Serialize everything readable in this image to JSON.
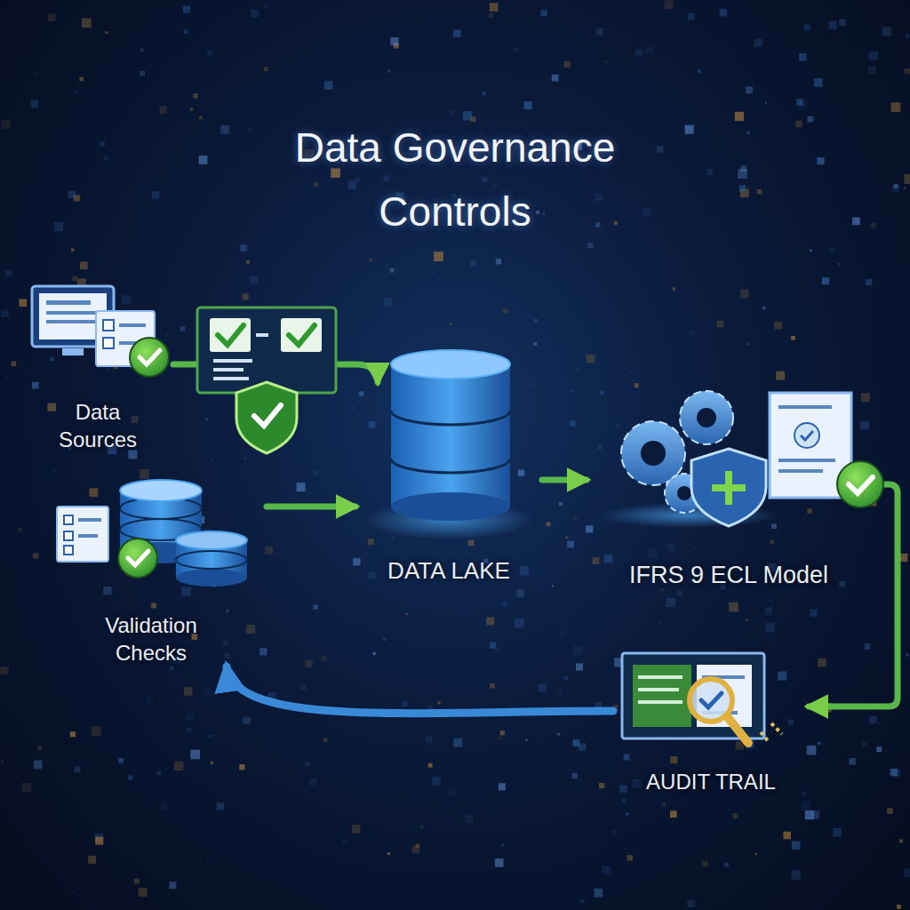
{
  "diagram": {
    "title": "Data Governance Controls",
    "nodes": [
      {
        "text": [
          "Data Sources"
        ]
      },
      {
        "text": [
          "Validation Checks"
        ]
      },
      {
        "text": [
          "DATA LAKE"
        ]
      },
      {
        "text": [
          "IFRS 9 ECL Model"
        ]
      },
      {
        "text": [
          "AUDIT TRAIL"
        ]
      }
    ],
    "edges": [
      {
        "from": 0,
        "to": 2,
        "arrow": "to"
      },
      {
        "from": 1,
        "to": 2,
        "arrow": "to"
      },
      {
        "from": 2,
        "to": 3,
        "arrow": "to"
      },
      {
        "from": 3,
        "to": 4,
        "arrow": "to"
      },
      {
        "from": 4,
        "to": 1,
        "arrow": "to"
      }
    ]
  }
}
